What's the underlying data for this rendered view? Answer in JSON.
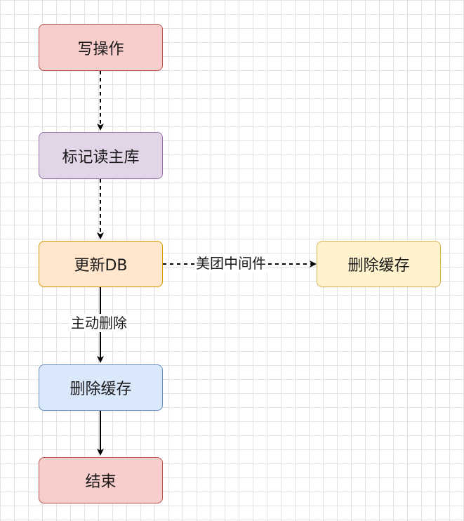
{
  "nodes": {
    "write_op": {
      "label": "写操作",
      "fill": "#f8cecc",
      "stroke": "#b85450"
    },
    "mark_master": {
      "label": "标记读主库",
      "fill": "#e1d5e7",
      "stroke": "#9673a6"
    },
    "update_db": {
      "label": "更新DB",
      "fill": "#ffe6cc",
      "stroke": "#d79b00"
    },
    "delete_cache_right": {
      "label": "删除缓存",
      "fill": "#fff2cc",
      "stroke": "#d6b656"
    },
    "delete_cache": {
      "label": "删除缓存",
      "fill": "#dae8fc",
      "stroke": "#6c8ebf"
    },
    "end": {
      "label": "结束",
      "fill": "#f8cecc",
      "stroke": "#b85450"
    }
  },
  "edges": {
    "meituan_middleware": {
      "label": "美团中间件",
      "style": "dashed"
    },
    "active_delete": {
      "label": "主动删除",
      "style": "solid"
    }
  }
}
